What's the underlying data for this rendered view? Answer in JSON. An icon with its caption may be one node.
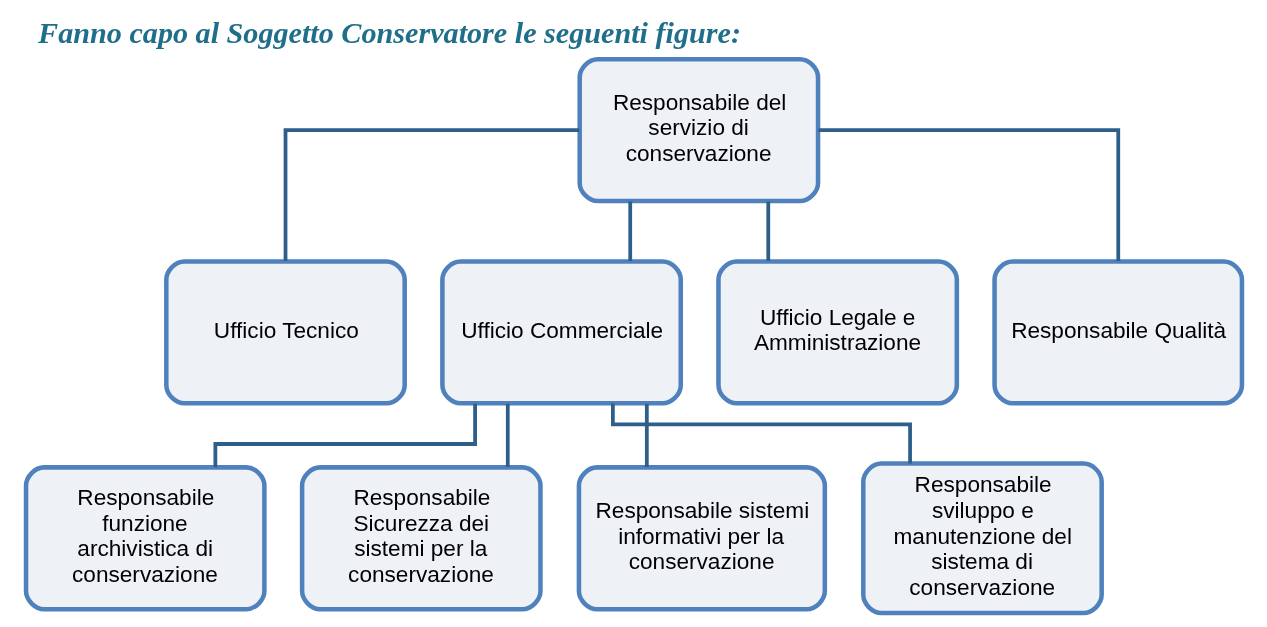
{
  "diagram": {
    "title": "Fanno capo al Soggetto Conservatore le seguenti figure:",
    "nodes": [
      {
        "text": [
          "Responsabile del servizio di conservazione"
        ]
      },
      {
        "text": [
          "Ufficio Tecnico"
        ]
      },
      {
        "text": [
          "Ufficio Commerciale"
        ]
      },
      {
        "text": [
          "Ufficio Legale e Amministrazione"
        ]
      },
      {
        "text": [
          "Responsabile Qualità"
        ]
      },
      {
        "text": [
          "Responsabile funzione archivistica di conservazione"
        ]
      },
      {
        "text": [
          "Responsabile Sicurezza dei sistemi per la conservazione"
        ]
      },
      {
        "text": [
          "Responsabile sistemi informativi per la conservazione"
        ]
      },
      {
        "text": [
          "Responsabile sviluppo e manutenzione del sistema di conservazione"
        ]
      }
    ],
    "edges": [
      {
        "from": 0,
        "to": 1,
        "arrow": "none"
      },
      {
        "from": 0,
        "to": 2,
        "arrow": "none"
      },
      {
        "from": 0,
        "to": 3,
        "arrow": "none"
      },
      {
        "from": 0,
        "to": 4,
        "arrow": "none"
      },
      {
        "from": 2,
        "to": 5,
        "arrow": "none"
      },
      {
        "from": 2,
        "to": 6,
        "arrow": "none"
      },
      {
        "from": 2,
        "to": 7,
        "arrow": "none"
      },
      {
        "from": 2,
        "to": 8,
        "arrow": "none"
      }
    ]
  }
}
